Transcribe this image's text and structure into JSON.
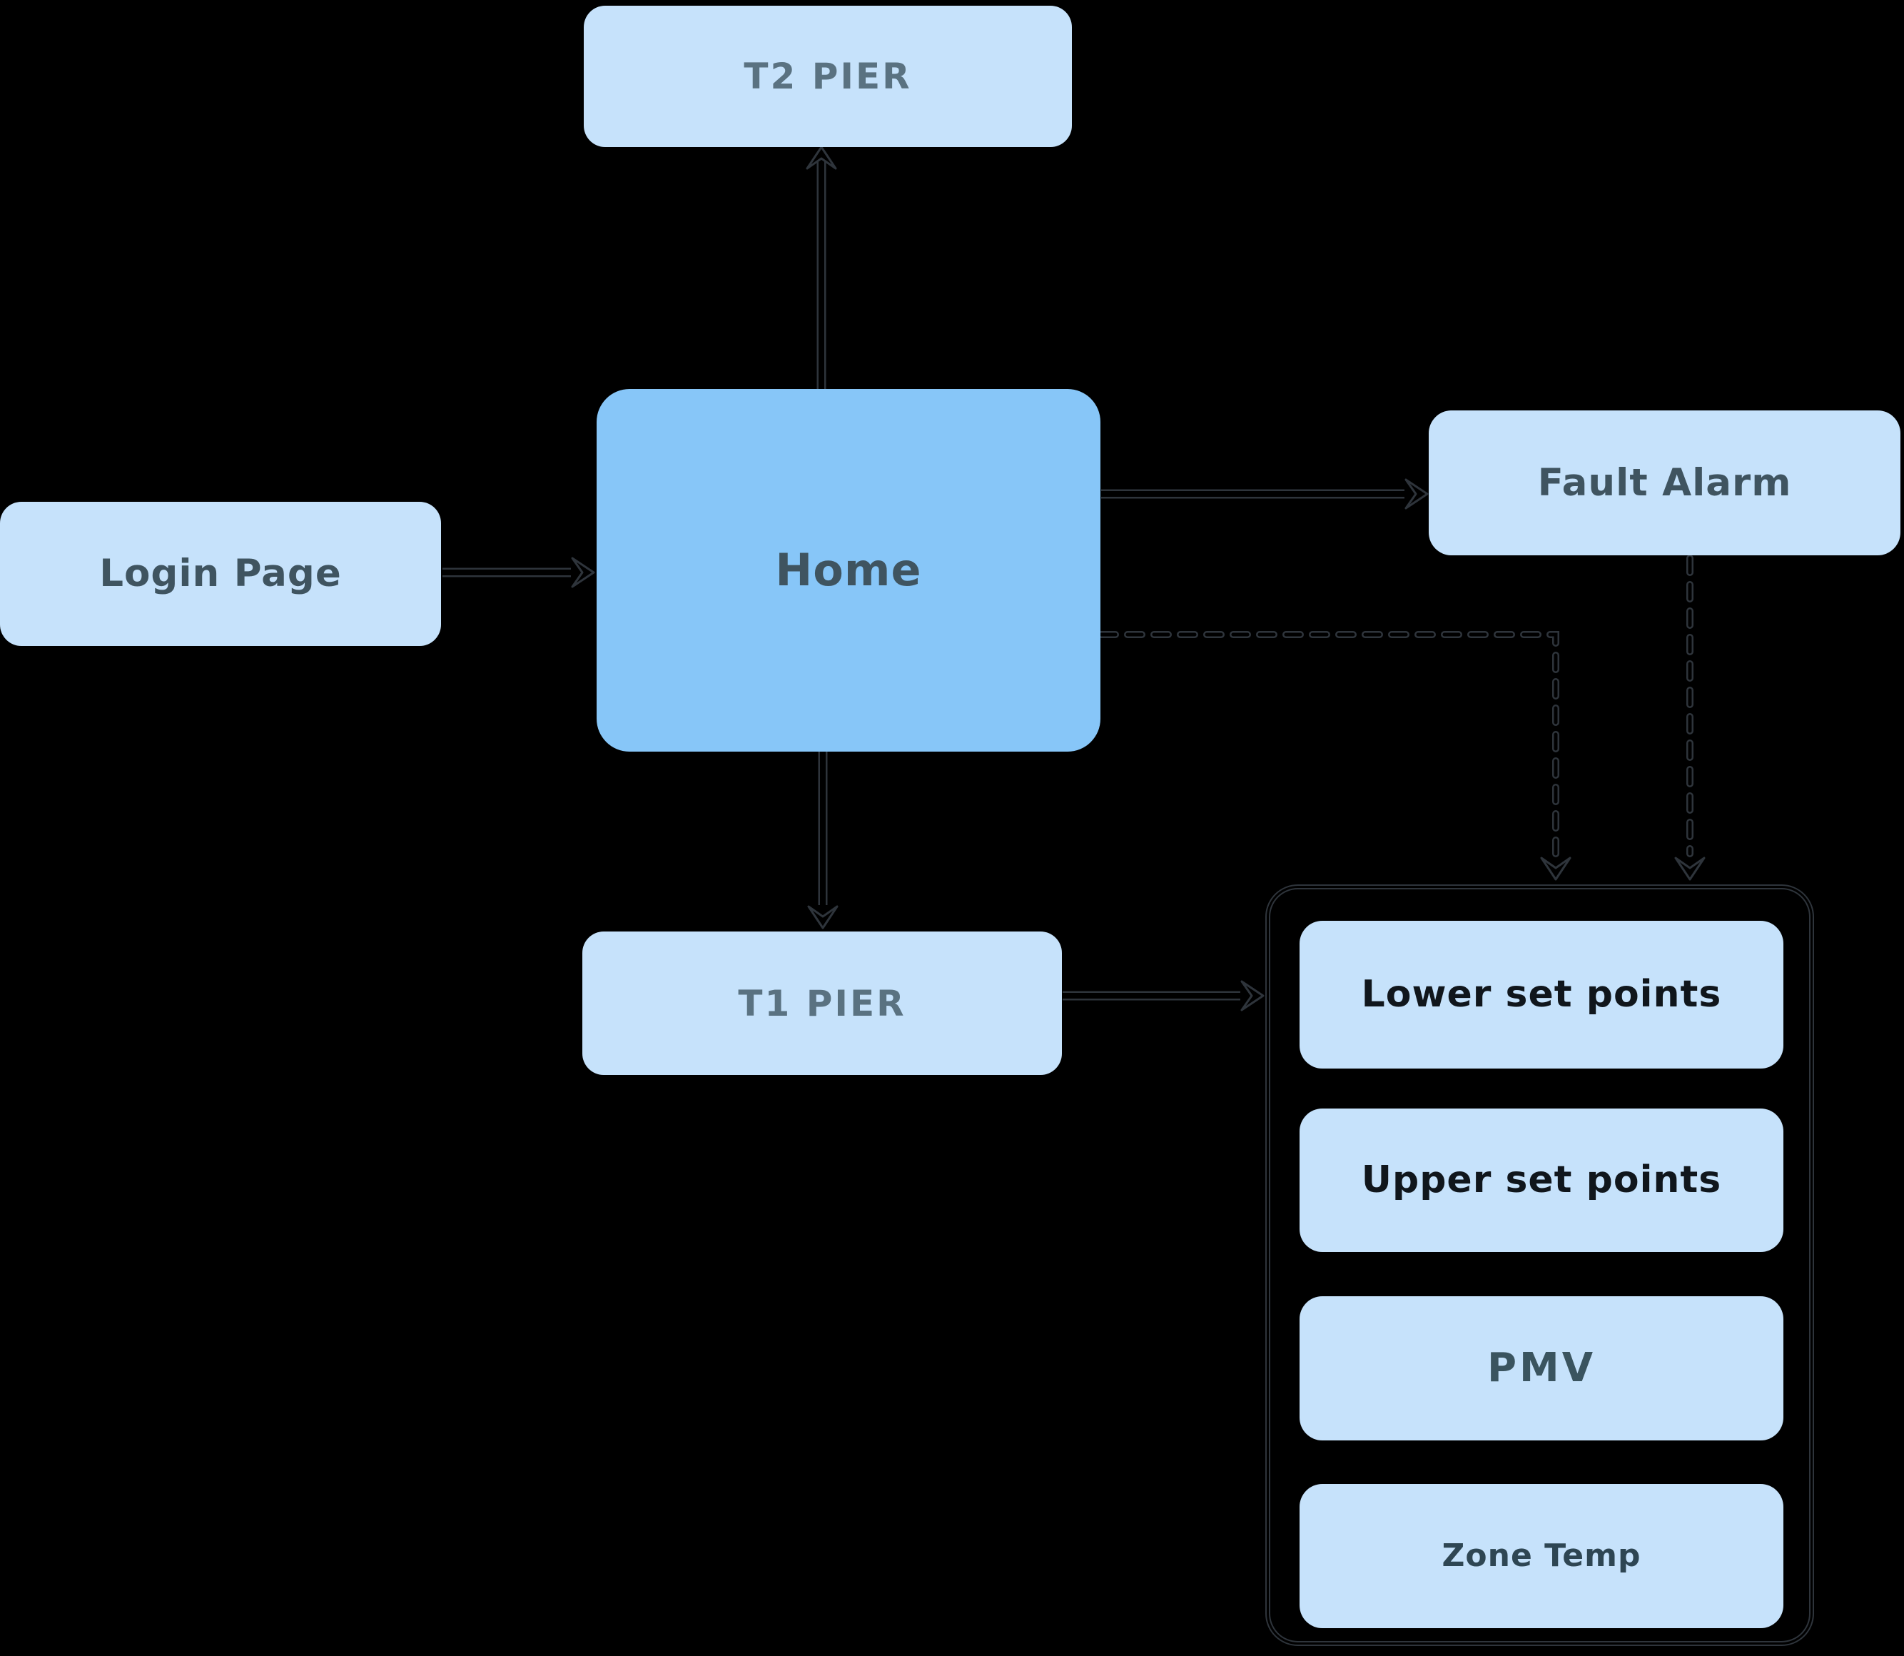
{
  "diagram": {
    "type": "flowchart",
    "nodes": {
      "t2_pier": {
        "label": "T2 PIER"
      },
      "home": {
        "label": "Home"
      },
      "login_page": {
        "label": "Login Page"
      },
      "fault_alarm": {
        "label": "Fault Alarm"
      },
      "t1_pier": {
        "label": "T1 PIER"
      },
      "lower_set_points": {
        "label": "Lower set points"
      },
      "upper_set_points": {
        "label": "Upper set points"
      },
      "pmv": {
        "label": "PMV"
      },
      "zone_temp": {
        "label": "Zone Temp"
      }
    },
    "edges": [
      {
        "from": "Login Page",
        "to": "Home",
        "style": "solid-arrow"
      },
      {
        "from": "Home",
        "to": "T2 PIER",
        "style": "solid-arrow"
      },
      {
        "from": "Home",
        "to": "T1 PIER",
        "style": "solid-arrow"
      },
      {
        "from": "Home",
        "to": "Fault Alarm",
        "style": "solid-arrow"
      },
      {
        "from": "T1 PIER",
        "to": "set-points group",
        "style": "solid-arrow"
      },
      {
        "from": "Home",
        "to": "set-points group",
        "style": "dashed-arrow"
      },
      {
        "from": "Fault Alarm",
        "to": "set-points group",
        "style": "dashed-arrow"
      }
    ],
    "theme": {
      "background": "#000000",
      "box-light": "#c6e2fb",
      "box-home": "#87c6f8",
      "line": "#2e343b",
      "text-pier": "#5a7281",
      "text-main": "#3f5460",
      "text-dark": "#10161c",
      "text-pmv": "#3a545f",
      "text-zone": "#2e4653"
    }
  }
}
